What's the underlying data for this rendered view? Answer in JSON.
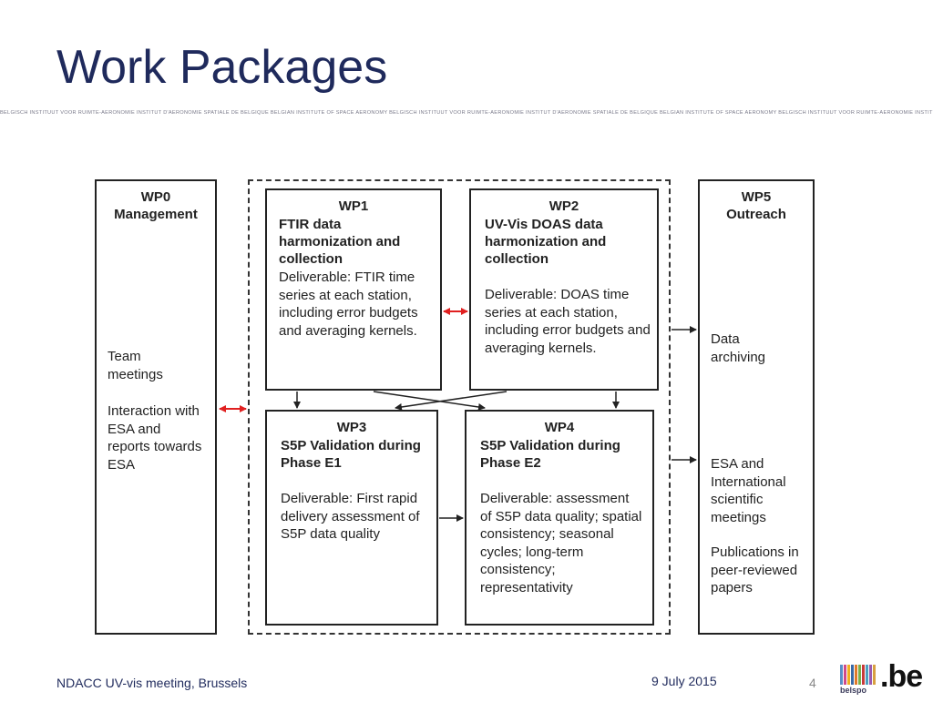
{
  "slide": {
    "title": "Work Packages",
    "banner_text": "BELGISCH INSTITUUT VOOR RUIMTE-AERONOMIE INSTITUT D'AERONOMIE SPATIALE DE BELGIQUE BELGIAN INSTITUTE OF SPACE AERONOMY BELGISCH INSTITUUT VOOR RUIMTE-AERONOMIE INSTITUT D'AERONOMIE SPATIALE DE BELGIQUE BELGIAN INSTITUTE OF SPACE AERONOMY BELGISCH INSTITUUT VOOR RUIMTE-AERONOMIE INSTITUT D'AERONOMIE",
    "footer_left": "NDACC UV-vis meeting, Brussels",
    "footer_date": "9 July 2015",
    "page_number": "4",
    "logo_text": "belspo",
    "logo_be": ".be"
  },
  "wp0": {
    "heading": "WP0",
    "subheading": "Management",
    "item1": "Team meetings",
    "item2": "Interaction with ESA and reports towards ESA"
  },
  "wp1": {
    "heading": "WP1",
    "title": "FTIR data harmonization and collection",
    "deliverable": "Deliverable: FTIR time series at each station, including error budgets and averaging kernels."
  },
  "wp2": {
    "heading": "WP2",
    "title": "UV-Vis DOAS data harmonization and collection",
    "deliverable": "Deliverable: DOAS time series at each station, including error budgets and averaging kernels."
  },
  "wp3": {
    "heading": "WP3",
    "title": "S5P Validation during Phase E1",
    "deliverable": "Deliverable: First rapid delivery assessment of S5P data quality"
  },
  "wp4": {
    "heading": "WP4",
    "title": "S5P Validation during Phase E2",
    "deliverable": "Deliverable: assessment of S5P data quality; spatial consistency; seasonal cycles; long-term consistency; representativity"
  },
  "wp5": {
    "heading": "WP5",
    "subheading": "Outreach",
    "item1": "Data archiving",
    "item2": "ESA and International scientific meetings",
    "item3": "Publications in peer-reviewed papers"
  },
  "colors": {
    "title": "#1f2a5c",
    "arrow": "#222222",
    "double_arrow": "#e02020"
  }
}
